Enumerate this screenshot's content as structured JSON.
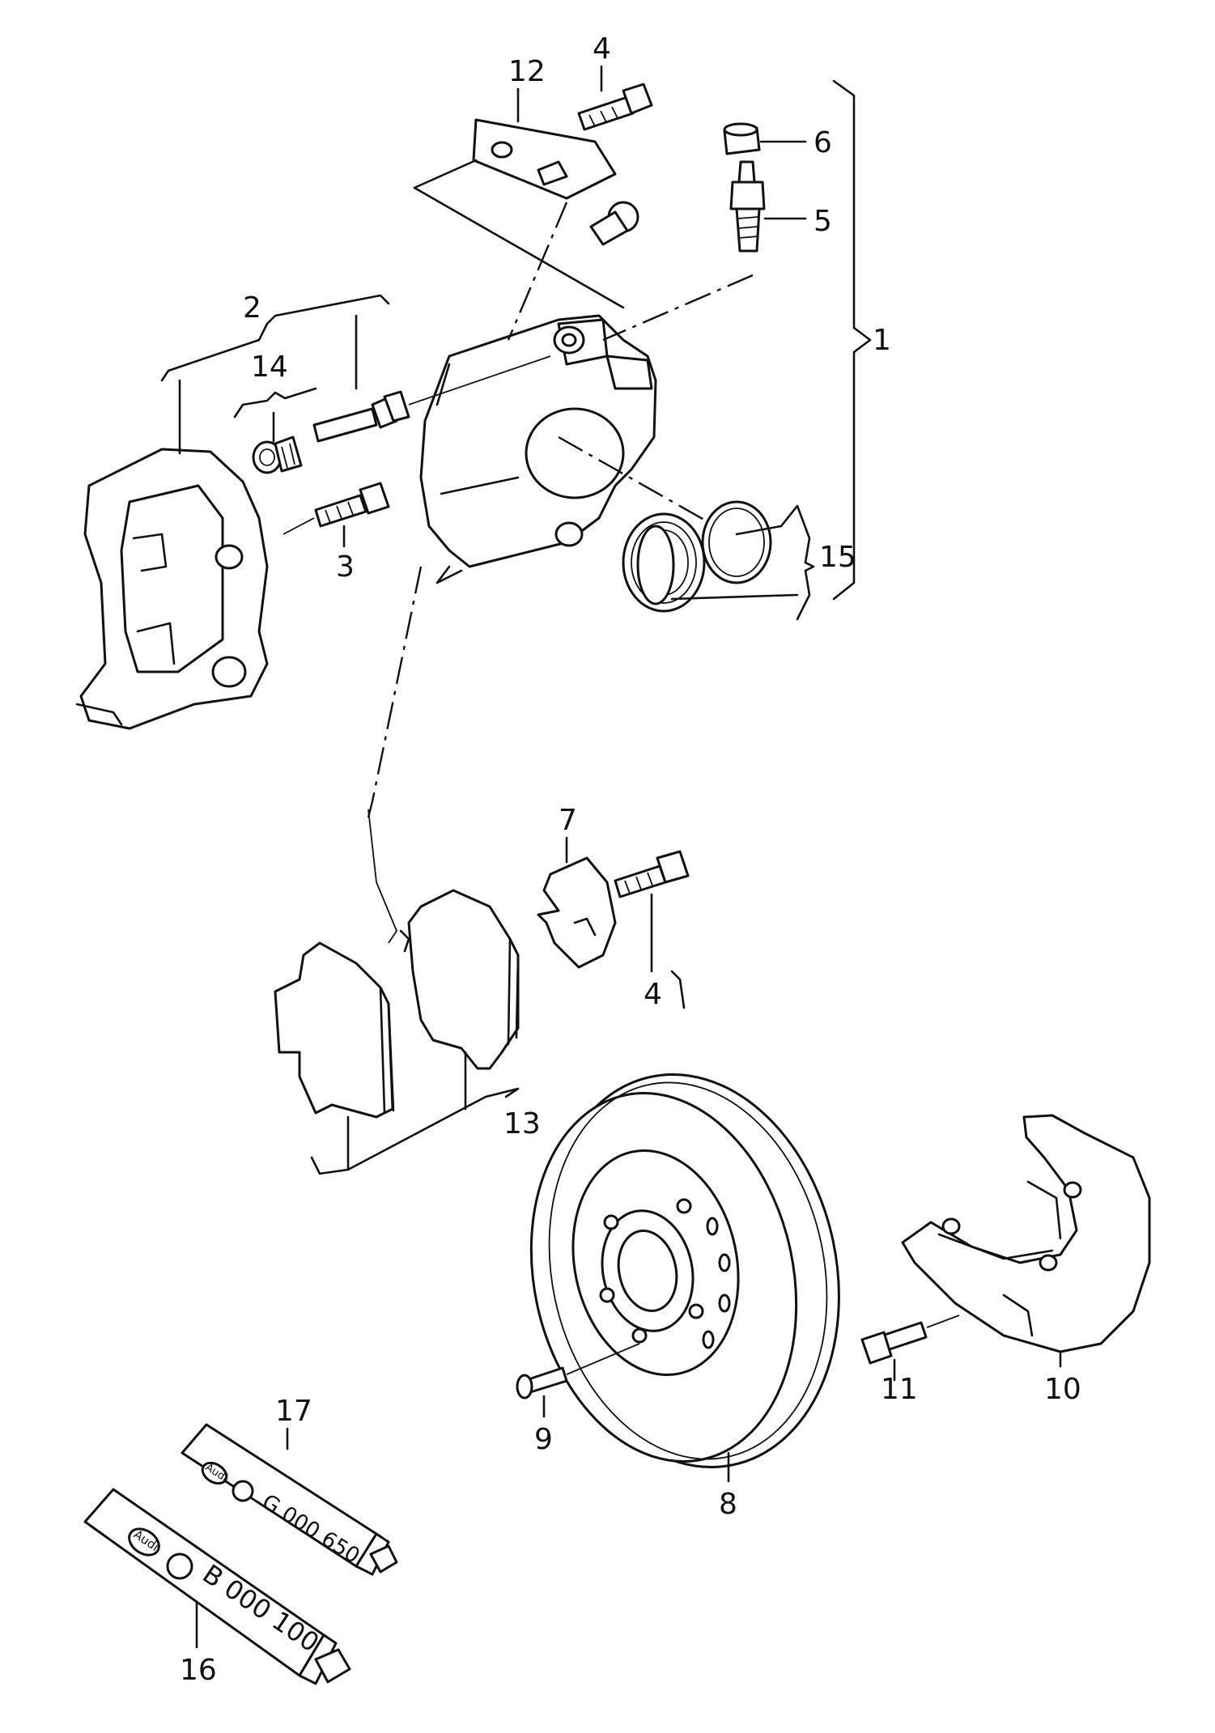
{
  "callouts": {
    "c1": "1",
    "c2": "2",
    "c3": "3",
    "c4a": "4",
    "c4b": "4",
    "c5": "5",
    "c6": "6",
    "c7": "7",
    "c8": "8",
    "c9": "9",
    "c10": "10",
    "c11": "11",
    "c12": "12",
    "c13": "13",
    "c14": "14",
    "c15": "15",
    "c16": "16",
    "c17": "17"
  },
  "tubes": {
    "t16": {
      "brand": "Audi",
      "code": "B 000 100"
    },
    "t17": {
      "brand": "Audi",
      "code": "G 000 650"
    }
  }
}
